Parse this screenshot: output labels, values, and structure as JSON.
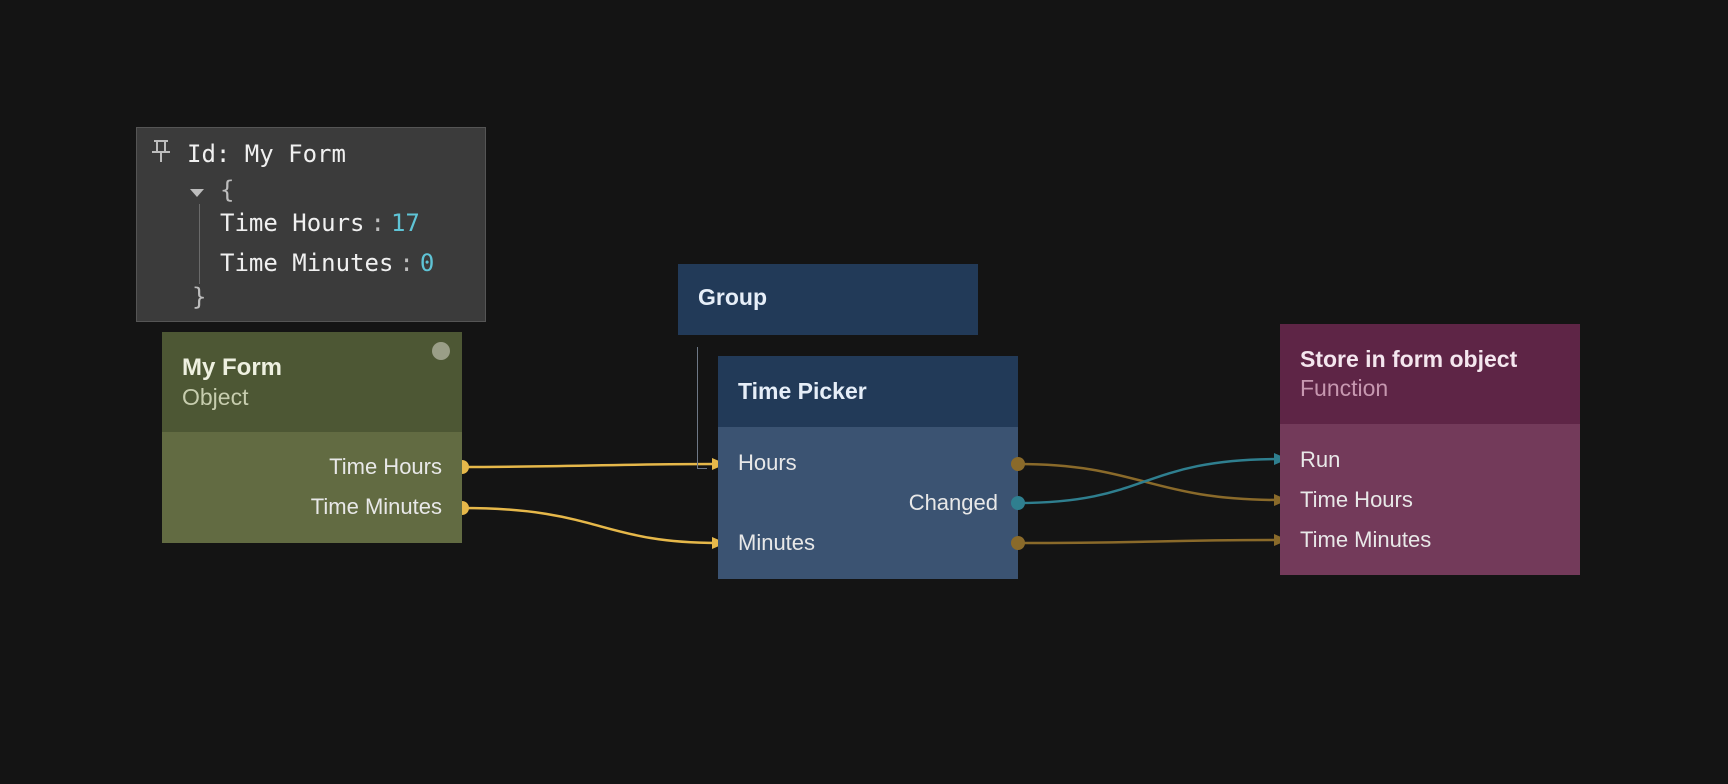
{
  "colors": {
    "canvas": "#141414",
    "wire_value": "#e6b84a",
    "wire_value_dim": "#8a6a2a",
    "wire_signal": "#2f7f8f",
    "object_node": "#626b42",
    "visual_node": "#3b5372",
    "function_node": "#733a5a"
  },
  "inspector": {
    "pin_icon": "pin-icon",
    "title": "Id: My Form",
    "open_brace": "{",
    "close_brace": "}",
    "rows": [
      {
        "key": "Time Hours",
        "colon": ":",
        "value": "17"
      },
      {
        "key": "Time Minutes",
        "colon": ":",
        "value": "0"
      }
    ]
  },
  "nodes": {
    "my_form": {
      "title": "My Form",
      "subtitle": "Object",
      "outputs": [
        "Time Hours",
        "Time Minutes"
      ]
    },
    "group": {
      "title": "Group"
    },
    "time_picker": {
      "title": "Time Picker",
      "inputs": [
        "Hours",
        "Minutes"
      ],
      "outputs": [
        "Changed"
      ]
    },
    "store": {
      "title": "Store in form object",
      "subtitle": "Function",
      "inputs": [
        "Run",
        "Time Hours",
        "Time Minutes"
      ]
    }
  }
}
